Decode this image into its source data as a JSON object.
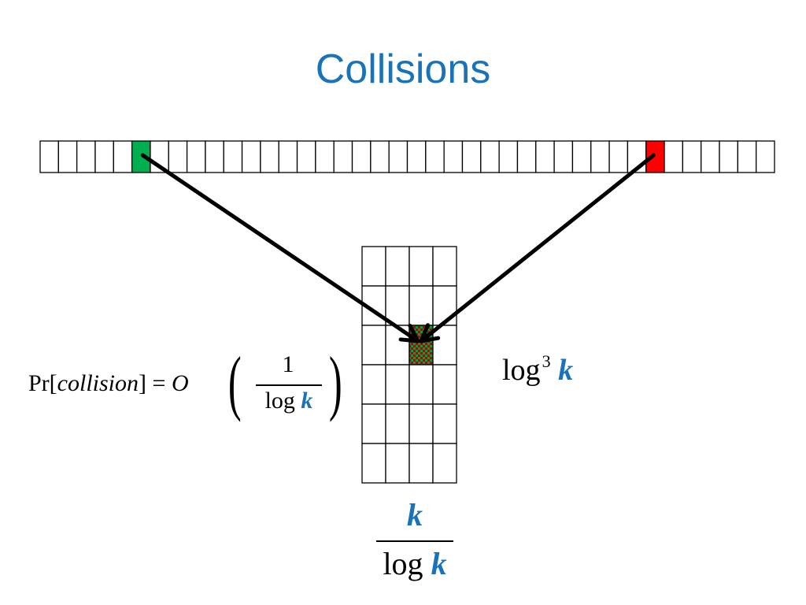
{
  "slide": {
    "title": "Collisions"
  },
  "formula": {
    "prefix": "Pr[",
    "event": "collision",
    "suffix": "] = ",
    "big_o": "O",
    "numerator": "1",
    "denominator_log": "log ",
    "denominator_var": "k"
  },
  "rows_label": {
    "log": "log",
    "exponent": "3",
    "var": "k"
  },
  "cols_label": {
    "numerator": "k",
    "denominator_log": "log ",
    "denominator_var": "k"
  },
  "diagram": {
    "long_array": {
      "cell_count": 40,
      "highlighted": [
        {
          "index": 5,
          "color": "#00b050"
        },
        {
          "index": 33,
          "color": "#ff0000"
        }
      ]
    },
    "table": {
      "rows": 6,
      "cols": 4,
      "collision_cell": {
        "row": 2,
        "col": 2,
        "colors": [
          "#c00000",
          "#00a040"
        ]
      }
    },
    "colors": {
      "accent": "#1a73b8",
      "grid": "#000000",
      "arrow": "#000000"
    }
  }
}
